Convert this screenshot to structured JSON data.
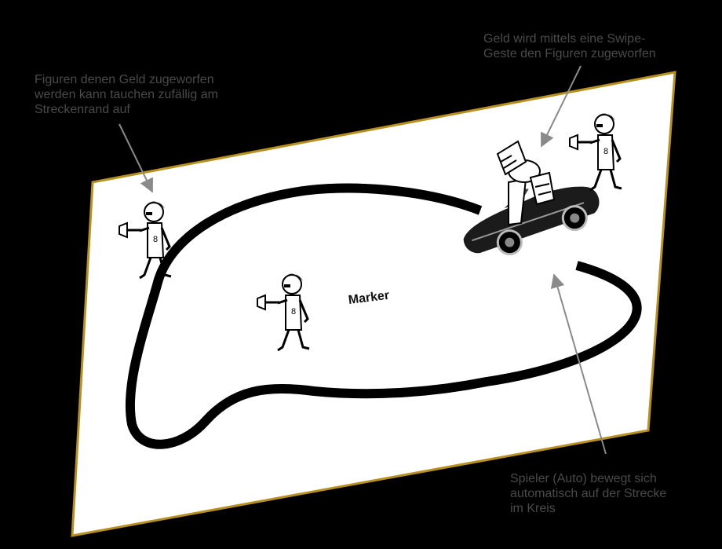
{
  "colors": {
    "background": "#000000",
    "board_fill": "#ffffff",
    "board_border": "#b8901f",
    "track": "#000000",
    "annotation_text": "#4a4a4a",
    "arrow": "#8a8a8a"
  },
  "annotations": {
    "figures": {
      "lines": [
        "Figuren denen Geld zugeworfen",
        "werden kann tauchen zufällig am",
        "Streckenrand auf"
      ]
    },
    "money": {
      "lines": [
        "Geld wird mittels eine Swipe-",
        "Geste den Figuren zugeworfen"
      ]
    },
    "player": {
      "lines": [
        "Spieler (Auto) bewegt sich",
        "automatisch auf der Strecke",
        "im Kreis"
      ]
    }
  },
  "marker_label": "Marker",
  "elements": {
    "board": "marker-board",
    "track": "race-track",
    "car": "car-icon",
    "money_hand": "money-hand-icon",
    "figures": [
      "trumpet-figure-icon",
      "trumpet-figure-icon",
      "trumpet-figure-icon"
    ]
  }
}
